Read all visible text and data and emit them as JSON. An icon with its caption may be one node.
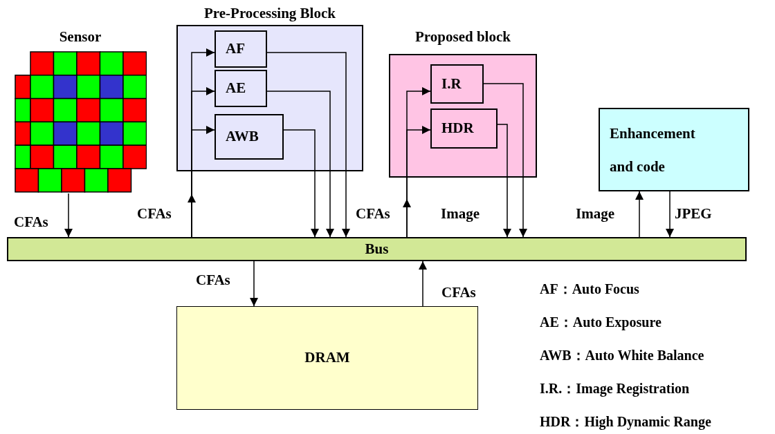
{
  "diagram": {
    "nodes": [
      {
        "text": [
          "Sensor"
        ]
      },
      {
        "text": [
          "Pre-Processing Block"
        ]
      },
      {
        "text": [
          "AF"
        ],
        "in": 1
      },
      {
        "text": [
          "AE"
        ],
        "in": 1
      },
      {
        "text": [
          "AWB"
        ],
        "in": 1
      },
      {
        "text": [
          "Proposed block"
        ]
      },
      {
        "text": [
          "I.R"
        ],
        "in": 5
      },
      {
        "text": [
          "HDR"
        ],
        "in": 5
      },
      {
        "text": [
          "Enhancement and code"
        ]
      },
      {
        "text": [
          "Bus"
        ]
      },
      {
        "text": [
          "DRAM"
        ]
      }
    ],
    "edges": [
      {
        "from": 0,
        "to": 9,
        "arrow": "to",
        "label": "CFAs"
      },
      {
        "from": 9,
        "to": 2,
        "arrow": "to",
        "label": "CFAs"
      },
      {
        "from": 9,
        "to": 3,
        "arrow": "to"
      },
      {
        "from": 9,
        "to": 4,
        "arrow": "to"
      },
      {
        "from": 2,
        "to": 9,
        "arrow": "to"
      },
      {
        "from": 3,
        "to": 9,
        "arrow": "to"
      },
      {
        "from": 4,
        "to": 9,
        "arrow": "to"
      },
      {
        "from": 9,
        "to": 6,
        "arrow": "to",
        "label": "CFAs"
      },
      {
        "from": 9,
        "to": 7,
        "arrow": "to"
      },
      {
        "from": 6,
        "to": 9,
        "arrow": "to"
      },
      {
        "from": 7,
        "to": 9,
        "arrow": "to",
        "label": "Image"
      },
      {
        "from": 9,
        "to": 8,
        "arrow": "to",
        "label": "Image"
      },
      {
        "from": 8,
        "to": 9,
        "arrow": "to",
        "label": "JPEG"
      },
      {
        "from": 9,
        "to": 10,
        "arrow": "to",
        "label": "CFAs"
      },
      {
        "from": 10,
        "to": 9,
        "arrow": "to",
        "label": "CFAs"
      }
    ],
    "labels": [
      "AF：Auto Focus",
      "AE：Auto Exposure",
      "AWB：Auto White Balance",
      "I.R.：Image Registration",
      "HDR：High Dynamic Range"
    ]
  }
}
